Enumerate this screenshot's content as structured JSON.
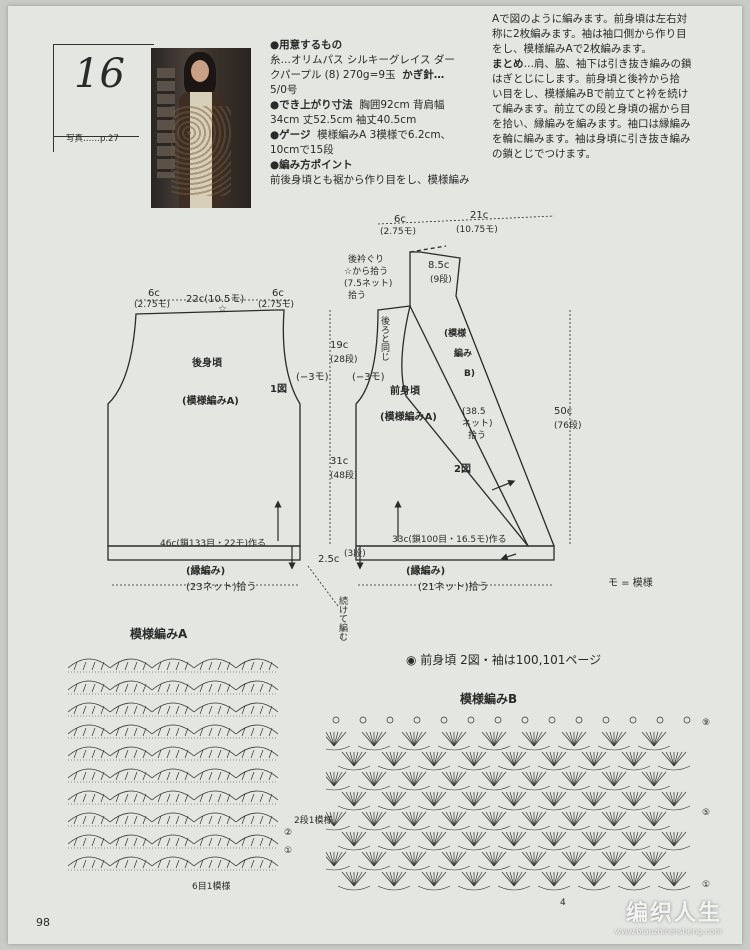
{
  "header": {
    "number": "16",
    "photo_ref": "写真……p.27"
  },
  "materials": {
    "l1": "●用意するもの",
    "l2": "糸…オリムパス シルキーグレイス ダー",
    "l3a": "クパープル (8) 270g=9玉",
    "l3b": "かぎ針…",
    "l4": "5/0号",
    "l5a": "●でき上がり寸法",
    "l5b": "胸囲92cm 背肩幅",
    "l6": "34cm 丈52.5cm 袖丈40.5cm",
    "l7a": "●ゲージ",
    "l7b": "模様編みA 3模様で6.2cm、",
    "l8": "10cmで15段",
    "l9": "●編み方ポイント",
    "l10": "前後身頃とも裾から作り目をし、模様編み"
  },
  "instructions": {
    "l1": "Aで図のように編みます。前身頃は左右対",
    "l2": "称に2枚編みます。袖は袖口側から作り目",
    "l3": "をし、模様編みAで2枚編みます。",
    "l4a": "まとめ",
    "l4b": "…肩、脇、袖下は引き抜き編みの鎖",
    "l5": "はぎとじにします。前身頃と後衿から拾",
    "l6": "い目をし、模様編みBで前立てと衿を続け",
    "l7": "て編みます。前立ての段と身頃の裾から目",
    "l8": "を拾い、縁編みを編みます。袖口は縁編み",
    "l9": "を輪に編みます。袖は身頃に引き抜き編み",
    "l10": "の鎖とじでつけます。"
  },
  "back": {
    "title": "後身頃",
    "pattern": "(模様編みA)",
    "fig": "1図",
    "dec": "(−3モ)",
    "top_left": "6c",
    "top_left_sub": "(2.75モ)",
    "top_mid": "22c(10.5モ)",
    "top_right": "6c",
    "top_right_sub": "(2.75モ)",
    "width": "46c(鎖133目・22モ)作る",
    "edge": "(縁編み)",
    "pickup": "(23ネット)拾う",
    "armhole_c": "19c",
    "armhole_r": "(28段)",
    "side_c": "31c",
    "side_r": "(48段)",
    "edge_c": "2.5c",
    "edge_r": "(3段)",
    "continue": "続けて編む"
  },
  "front": {
    "title": "前身頃",
    "pattern": "(模様編みA)",
    "fig": "2図",
    "dec": "(−3モ)",
    "same": "後ろと同じ",
    "width": "33c(鎖100目・16.5モ)作る",
    "edge": "(縁編み)",
    "pickup": "(21ネット)拾う",
    "top_left": "6c",
    "top_left_sub": "(2.75モ)",
    "top_right": "21c",
    "top_right_sub": "(10.75モ)",
    "collar_1": "後衿ぐり",
    "collar_2": "☆から拾う",
    "collar_3": "(7.5ネット)",
    "collar_4": "拾う",
    "collar_c": "8.5c",
    "collar_r": "(9段)",
    "band_1": "(模様",
    "band_2": "編み",
    "band_3": "B)",
    "band_pick1": "(38.5",
    "band_pick2": "ネット)",
    "band_pick3": "拾う",
    "length_c": "50c",
    "length_r": "(76段)",
    "legend": "モ = 模様"
  },
  "note": "◉ 前身頃 2図・袖は100,101ページ",
  "pattern_a": {
    "title": "模様編みA",
    "repeat": "6目1模様",
    "rows": "2段1模様",
    "r2": "②",
    "r1": "①"
  },
  "pattern_b": {
    "title": "模様編みB",
    "r9": "⑨",
    "r5": "⑤",
    "r1": "①",
    "bottom": "4"
  },
  "page_number": "98",
  "watermark": {
    "text": "编织人生",
    "url": "www.bianzhirensheng.com"
  }
}
